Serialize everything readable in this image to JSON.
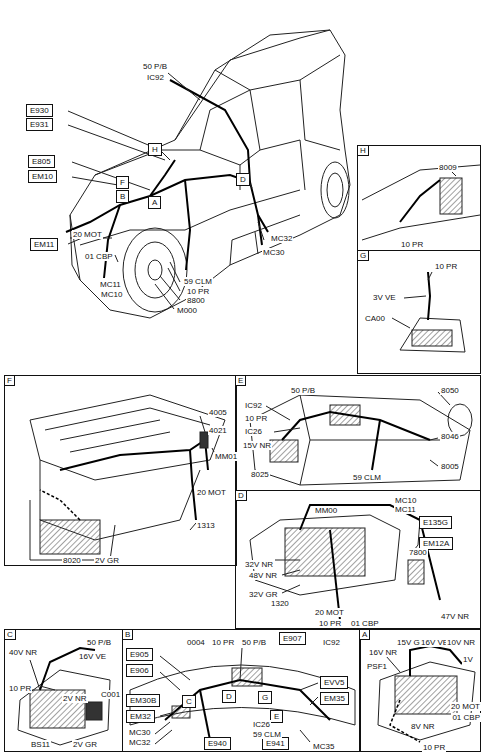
{
  "diagram": {
    "nodes": [
      {
        "text": [
          "E930"
        ]
      },
      {
        "text": [
          "E931"
        ]
      },
      {
        "text": [
          "H"
        ]
      },
      {
        "text": [
          "E805"
        ]
      },
      {
        "text": [
          "D"
        ]
      },
      {
        "text": [
          "EM10"
        ]
      },
      {
        "text": [
          "F"
        ]
      },
      {
        "text": [
          "B"
        ]
      },
      {
        "text": [
          "A"
        ]
      },
      {
        "text": [
          "EM11"
        ]
      },
      {
        "text": [
          "H"
        ]
      },
      {
        "text": [
          "G"
        ]
      },
      {
        "text": [
          "F"
        ]
      },
      {
        "text": [
          "E"
        ]
      },
      {
        "text": [
          "D"
        ]
      },
      {
        "text": [
          "E135G"
        ],
        "in": 14
      },
      {
        "text": [
          "EM12A"
        ],
        "in": 14
      },
      {
        "text": [
          "C"
        ]
      },
      {
        "text": [
          "B"
        ]
      },
      {
        "text": [
          "E905"
        ],
        "in": 18
      },
      {
        "text": [
          "E906"
        ],
        "in": 18
      },
      {
        "text": [
          "E907"
        ],
        "in": 18
      },
      {
        "text": [
          "EVV5"
        ],
        "in": 18
      },
      {
        "text": [
          "EM30B"
        ],
        "in": 18
      },
      {
        "text": [
          "EM32"
        ],
        "in": 18
      },
      {
        "text": [
          "EM35"
        ],
        "in": 18
      },
      {
        "text": [
          "C"
        ],
        "in": 18
      },
      {
        "text": [
          "D"
        ],
        "in": 18
      },
      {
        "text": [
          "G"
        ],
        "in": 18
      },
      {
        "text": [
          "E"
        ],
        "in": 18
      },
      {
        "text": [
          "E940"
        ],
        "in": 18
      },
      {
        "text": [
          "E941"
        ],
        "in": 18
      },
      {
        "text": [
          "A"
        ]
      }
    ],
    "labels": [
      "50 P/B",
      "IC92",
      "MC32",
      "20 MOT",
      "MC30",
      "01 CBP",
      "59 CLM",
      "MC11",
      "10 PR",
      "MC10",
      "8800",
      "M000",
      "8009",
      "10 PR",
      "10 PR",
      "3V VE",
      "CA00",
      "4005",
      "4021",
      "MM01",
      "20 MOT",
      "1313",
      "8020",
      "2V GR",
      "50 P/B",
      "8050",
      "IC92",
      "10 PR",
      "IC26",
      "15V NR",
      "8046",
      "8025",
      "8005",
      "59 CLM",
      "MC10",
      "MC11",
      "MM00",
      "7800",
      "32V NR",
      "48V NR",
      "32V GR",
      "1320",
      "20 MOT",
      "47V NR",
      "10 PR",
      "01 CBP",
      "40V NR",
      "50 P/B",
      "16V VE",
      "10 PR",
      "2V NR",
      "C001",
      "BS11",
      "2V GR",
      "0004",
      "10 PR",
      "50 P/B",
      "IC92",
      "IC26",
      "59 CLM",
      "MC30",
      "MC32",
      "MC35",
      "15V GR",
      "16V VE",
      "10V NR",
      "1V",
      "16V NR",
      "PSF1",
      "20 MOT",
      "01 CBP",
      "8V NR",
      "10 PR"
    ]
  }
}
